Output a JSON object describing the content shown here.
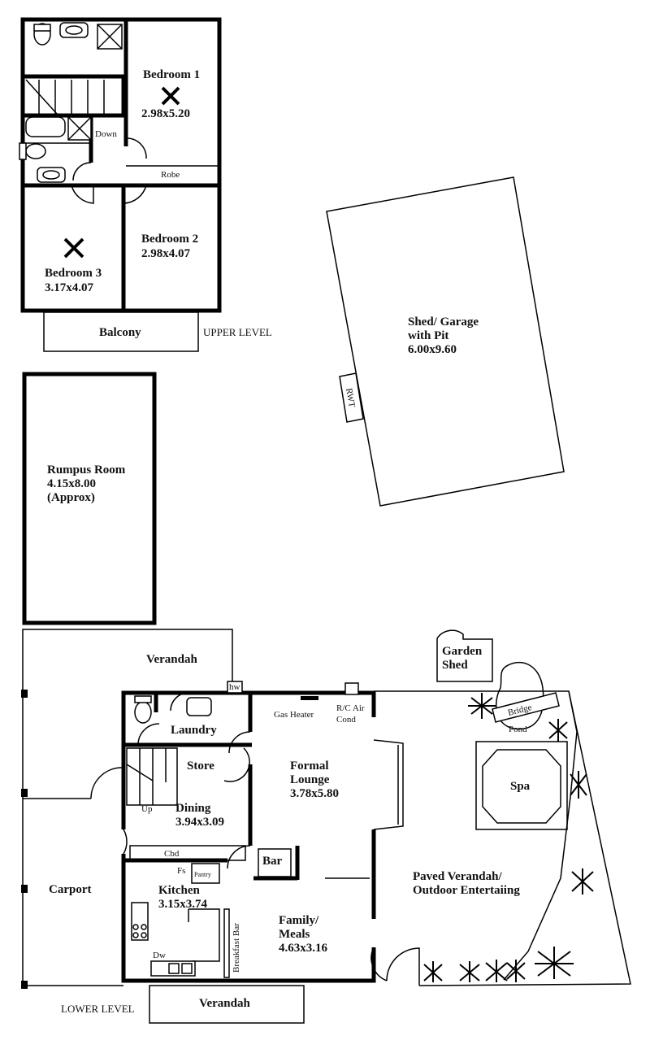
{
  "upper": {
    "bedroom1_name": "Bedroom 1",
    "bedroom1_size": "2.98x5.20",
    "bedroom2_name": "Bedroom 2",
    "bedroom2_size": "2.98x4.07",
    "bedroom3_name": "Bedroom 3",
    "bedroom3_size": "3.17x4.07",
    "down": "Down",
    "robe": "Robe",
    "balcony": "Balcony",
    "level": "UPPER LEVEL"
  },
  "shed": {
    "line1": "Shed/ Garage",
    "line2": "with Pit",
    "size": "6.00x9.60",
    "rwt": "RWT"
  },
  "rumpus": {
    "name": "Rumpus Room",
    "size": "4.15x8.00",
    "note": "(Approx)"
  },
  "lower": {
    "verandah_top": "Verandah",
    "hw": "hw",
    "laundry": "Laundry",
    "store": "Store",
    "up": "Up",
    "dining_name": "Dining",
    "dining_size": "3.94x3.09",
    "cbd": "Cbd",
    "fs": "Fs",
    "pantry": "Pantry",
    "bar": "Bar",
    "kitchen_name": "Kitchen",
    "kitchen_size": "3.15x3.74",
    "dw": "Dw",
    "breakfast_bar": "Breakfast Bar",
    "gas_heater": "Gas Heater",
    "rc_air_1": "R/C Air",
    "rc_air_2": "Cond",
    "formal_1": "Formal",
    "formal_2": "Lounge",
    "formal_size": "3.78x5.80",
    "family_1": "Family/",
    "family_2": "Meals",
    "family_size": "4.63x3.16",
    "carport": "Carport",
    "verandah_bottom": "Verandah",
    "level": "LOWER LEVEL"
  },
  "outdoor": {
    "garden_shed_1": "Garden",
    "garden_shed_2": "Shed",
    "bridge": "Bridge",
    "pond": "Pond",
    "spa": "Spa",
    "paved_1": "Paved Verandah/",
    "paved_2": "Outdoor Entertaiing"
  }
}
